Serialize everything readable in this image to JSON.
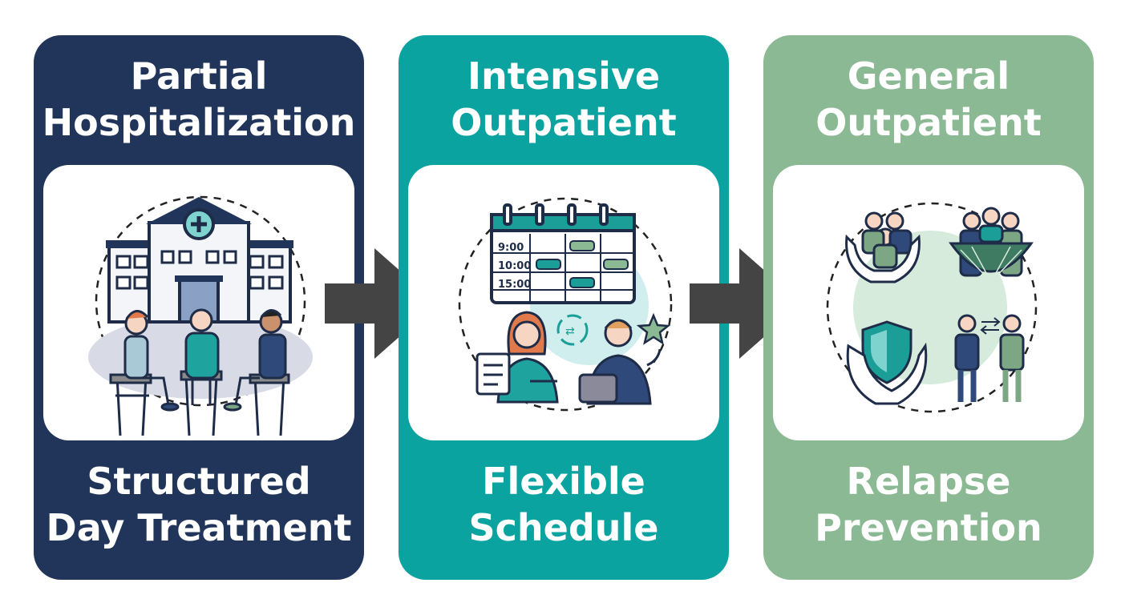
{
  "colors": {
    "stage1": "#21355a",
    "stage2": "#0aa3a0",
    "stage3": "#8ab993",
    "arrow": "#444444",
    "teal_accent": "#1a9e97",
    "green_accent": "#7da784",
    "navy_accent": "#2f4a7a"
  },
  "stages": [
    {
      "title_lines": [
        "Partial",
        "Hospitalization"
      ],
      "subtitle_lines": [
        "Structured",
        "Day Treatment"
      ],
      "icon": "hospital-group-therapy-icon"
    },
    {
      "title_lines": [
        "Intensive",
        "Outpatient"
      ],
      "subtitle_lines": [
        "Flexible",
        "Schedule"
      ],
      "icon": "calendar-schedule-icon",
      "schedule_times": [
        "9:00",
        "10:00",
        "15:00"
      ]
    },
    {
      "title_lines": [
        "General",
        "Outpatient"
      ],
      "subtitle_lines": [
        "Relapse",
        "Prevention"
      ],
      "icon": "support-prevention-icon"
    }
  ],
  "arrows": [
    "right-arrow-icon",
    "right-arrow-icon"
  ]
}
